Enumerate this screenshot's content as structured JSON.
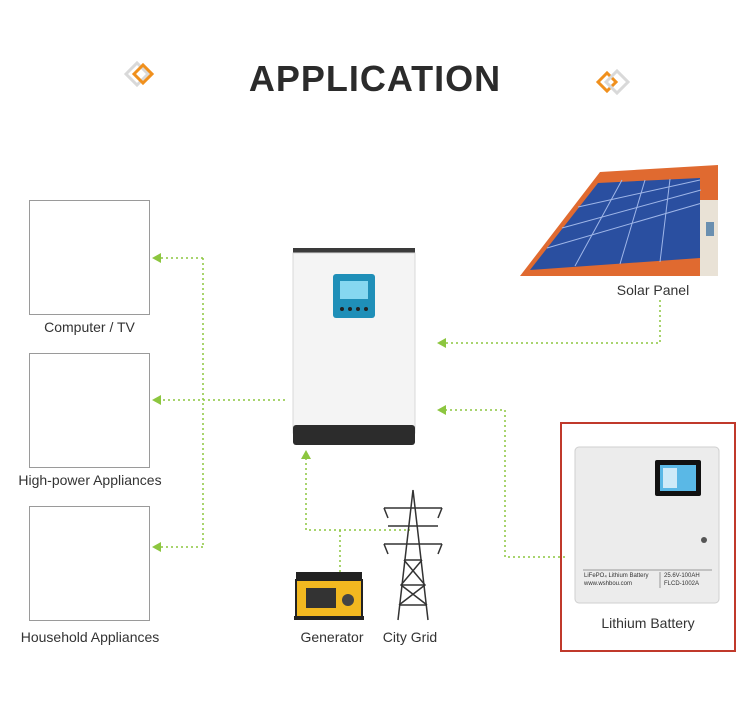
{
  "title": "APPLICATION",
  "colors": {
    "accent_orange": "#f0901d",
    "arrow_green": "#8cc63f",
    "highlight_red": "#c0392b"
  },
  "nodes": {
    "computer_tv": "Computer / TV",
    "high_power": "High-power Appliances",
    "household": "Household Appliances",
    "solar_panel": "Solar Panel",
    "generator": "Generator",
    "city_grid": "City Grid",
    "lithium_battery": "Lithium Battery"
  },
  "battery_label": {
    "left": "LiFePO₄ Lithium Battery",
    "left_sub": "www.wshbou.com",
    "right": "25.6V-100AH",
    "right_sub": "FLCD-1002A"
  }
}
